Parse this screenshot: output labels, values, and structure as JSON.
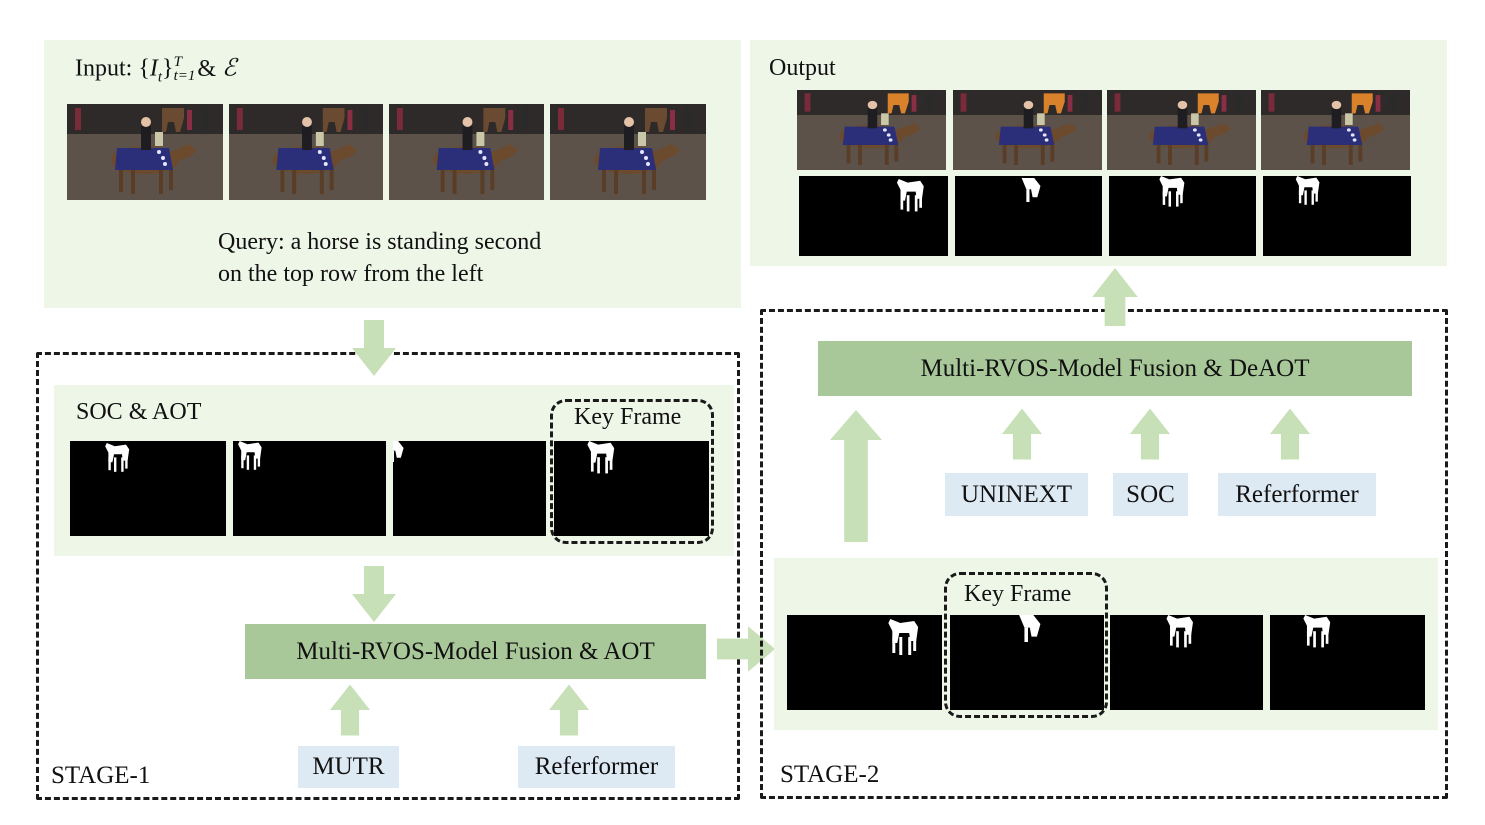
{
  "input_panel": {
    "prefix": "Input: {",
    "var": "I",
    "sub": "t",
    "close": "}",
    "sup_T": "T",
    "sub_range": "t=1",
    "amp": "&",
    "script_e": "ℰ",
    "query_line1": "Query: a horse is standing second",
    "query_line2": "on the top row from the left"
  },
  "output_panel": {
    "title": "Output"
  },
  "stage1": {
    "label": "STAGE-1",
    "soc_aot_title": "SOC & AOT",
    "key_frame": "Key Frame",
    "fusion": "Multi-RVOS-Model Fusion & AOT",
    "models": [
      "MUTR",
      "Referformer"
    ]
  },
  "stage2": {
    "label": "STAGE-2",
    "key_frame": "Key Frame",
    "fusion": "Multi-RVOS-Model Fusion & DeAOT",
    "models": [
      "UNINEXT",
      "SOC",
      "Referformer"
    ]
  },
  "colors": {
    "panel_bg": "#eef6e8",
    "fusion_bg": "#a9c89a",
    "model_bg": "#dde9f3",
    "arrow": "#c7e0b8",
    "mask_bg": "#000000",
    "mask_fg": "#ffffff",
    "dash": "#1a1a1a"
  }
}
